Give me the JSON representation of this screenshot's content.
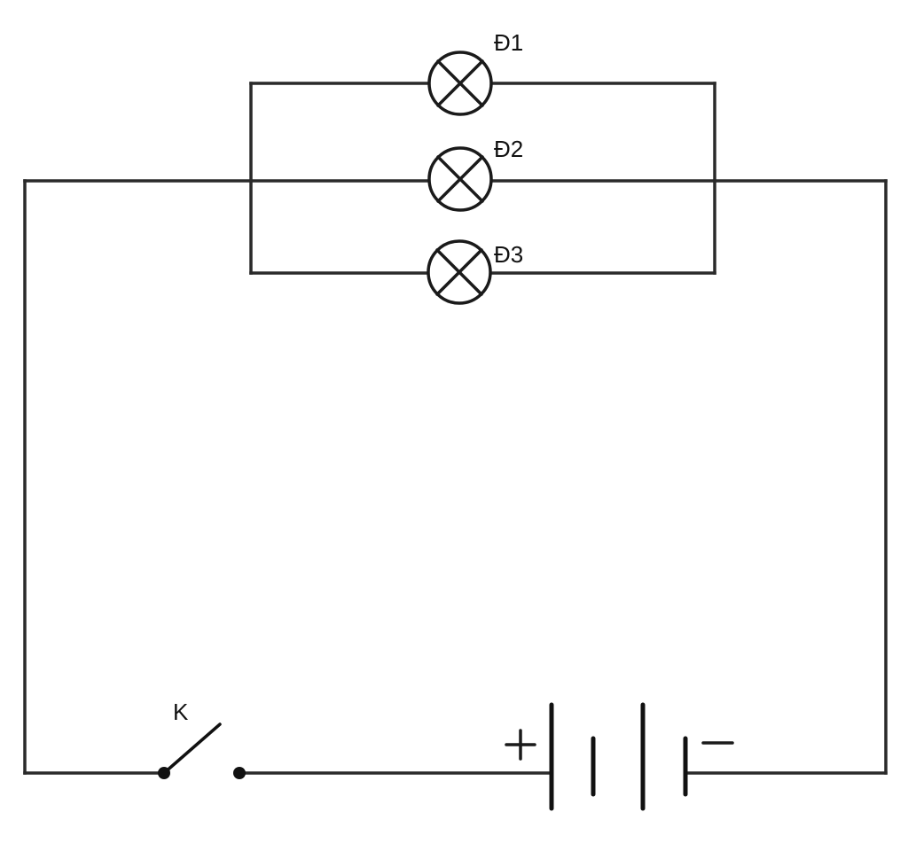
{
  "diagram": {
    "lamps": [
      {
        "label": "Đ1"
      },
      {
        "label": "Đ2"
      },
      {
        "label": "Đ3"
      }
    ],
    "switch": {
      "label": "K"
    },
    "battery": {
      "positive_symbol": "+",
      "negative_symbol": "−"
    },
    "colors": {
      "wire": "#2a2a2a",
      "symbol": "#111111",
      "background": "#ffffff"
    }
  }
}
